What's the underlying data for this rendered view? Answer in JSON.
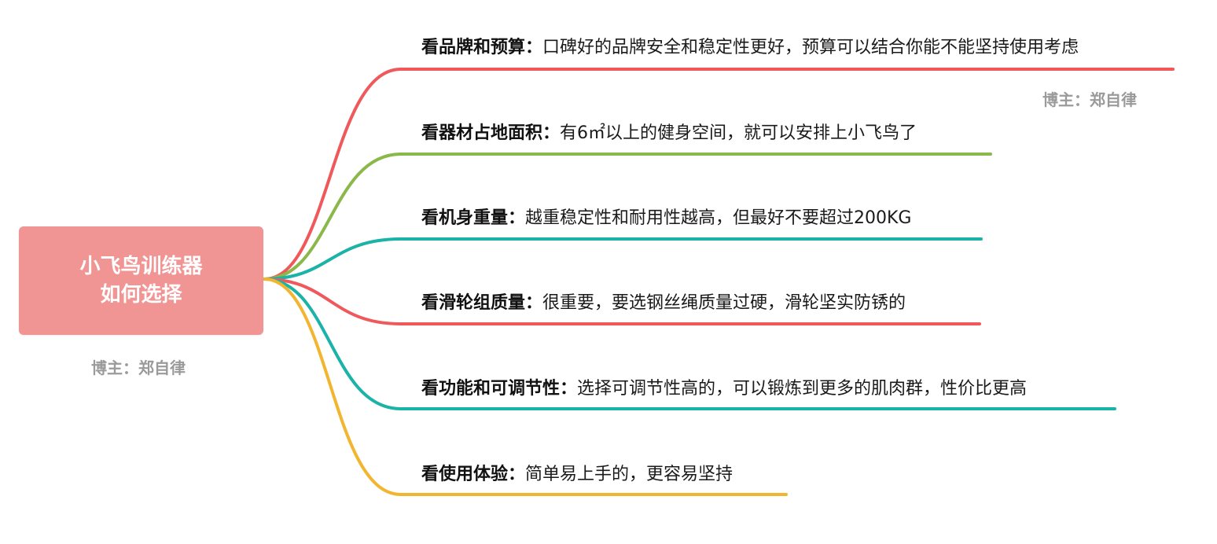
{
  "central": {
    "line1": "小飞鸟训练器",
    "line2": "如何选择",
    "color": "#f09593"
  },
  "watermarks": {
    "center": "博主：郑自律",
    "top": "博主：郑自律"
  },
  "branches": [
    {
      "key": "看品牌和预算：",
      "detail": "口碑好的品牌安全和稳定性更好，预算可以结合你能不能坚持使用考虑",
      "color": "#f0595b"
    },
    {
      "key": "看器材占地面积：",
      "detail": "有6㎡以上的健身空间，就可以安排上小飞鸟了",
      "color": "#8bb84a"
    },
    {
      "key": "看机身重量：",
      "detail": "越重稳定性和耐用性越高，但最好不要超过200KG",
      "color": "#1bb3a8"
    },
    {
      "key": "看滑轮组质量：",
      "detail": "很重要，要选钢丝绳质量过硬，滑轮坚实防锈的",
      "color": "#f0595b"
    },
    {
      "key": "看功能和可调节性：",
      "detail": "选择可调节性高的，可以锻炼到更多的肌肉群，性价比更高",
      "color": "#1bb3a8"
    },
    {
      "key": "看使用体验：",
      "detail": "简单易上手的，更容易坚持",
      "color": "#f2b530"
    }
  ]
}
